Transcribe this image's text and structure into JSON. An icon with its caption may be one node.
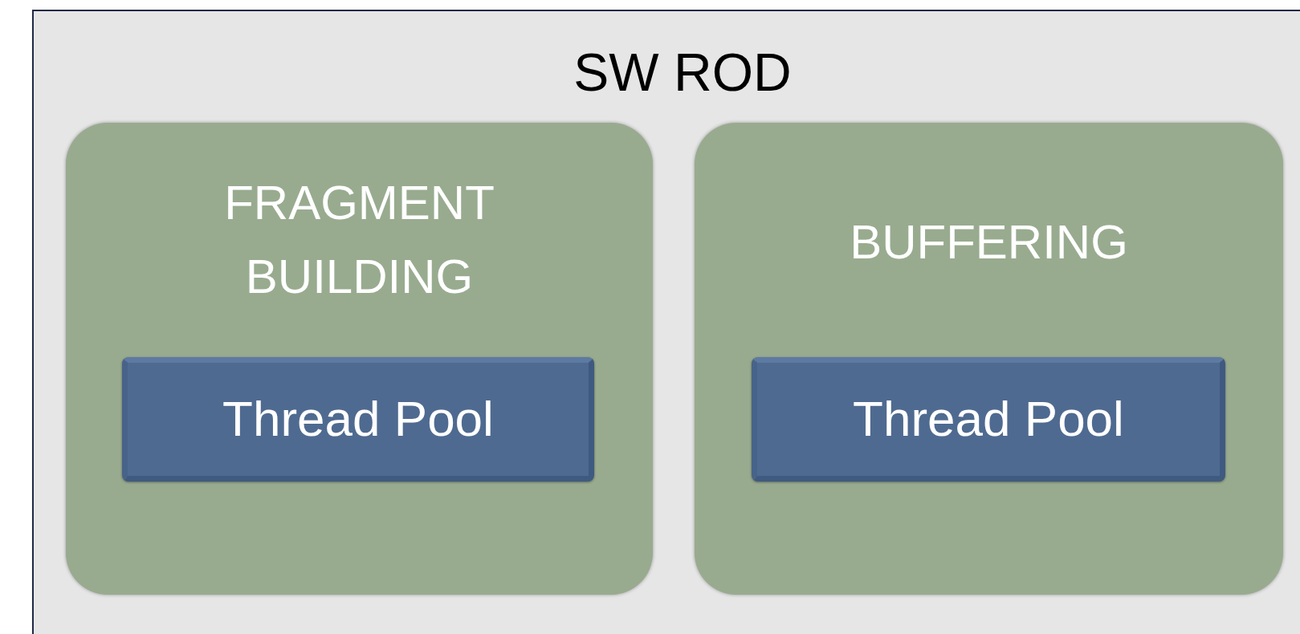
{
  "diagram": {
    "nodes": [
      {
        "text": [
          "SW ROD"
        ]
      },
      {
        "text": [
          "FRAGMENT BUILDING"
        ],
        "in": 0
      },
      {
        "text": [
          "Thread Pool"
        ],
        "in": 1
      },
      {
        "text": [
          "BUFFERING"
        ],
        "in": 0
      },
      {
        "text": [
          "Thread Pool"
        ],
        "in": 3
      }
    ]
  }
}
